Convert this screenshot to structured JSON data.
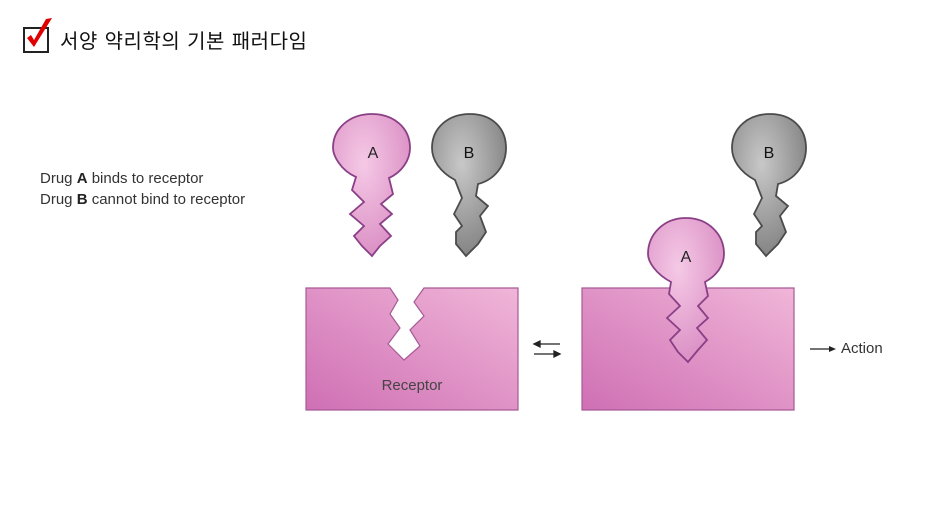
{
  "slide": {
    "title": "서양 약리학의 기본 패러다임",
    "check_icon": "red-checkmark-in-box"
  },
  "caption": {
    "line1_prefix": "Drug ",
    "line1_bold": "A",
    "line1_suffix": " binds to receptor",
    "line2_prefix": "Drug ",
    "line2_bold": "B",
    "line2_suffix": " cannot bind to receptor"
  },
  "diagram": {
    "drug_a_label": "A",
    "drug_b_label": "B",
    "receptor_label": "Receptor",
    "action_label": "Action",
    "colors": {
      "drug_a": "#e7a9d3",
      "drug_b": "#9c9c9c",
      "receptor": "#d985c1",
      "outline_a": "#8a3f86",
      "outline_b": "#4b4b4b",
      "check": "#e00000"
    }
  }
}
